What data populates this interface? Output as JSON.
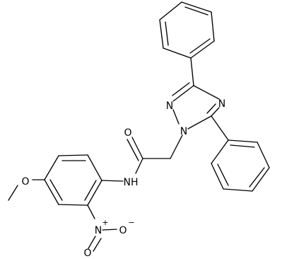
{
  "molecule": {
    "atoms": [
      {
        "id": "Nt1",
        "label": "N"
      },
      {
        "id": "Nt2",
        "label": "N"
      },
      {
        "id": "Nt4",
        "label": "N"
      },
      {
        "id": "Oc",
        "label": "O"
      },
      {
        "id": "Nam",
        "label": "NH"
      },
      {
        "id": "Ome",
        "label": "O"
      },
      {
        "id": "Nn",
        "label": "N"
      },
      {
        "id": "Nplus",
        "label": "+"
      },
      {
        "id": "On1",
        "label": "O"
      },
      {
        "id": "Ominus",
        "label": "−"
      },
      {
        "id": "On2",
        "label": "O"
      }
    ]
  }
}
